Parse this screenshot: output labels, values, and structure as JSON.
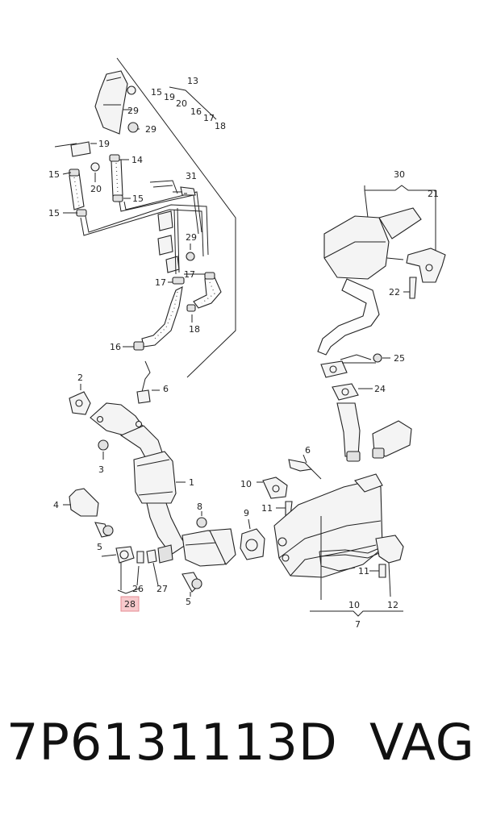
{
  "callouts": {
    "c13": "13",
    "c15a": "15",
    "c19a": "19",
    "c20a": "20",
    "c16a": "16",
    "c17a": "17",
    "c18a": "18",
    "c29a": "29",
    "c29b": "29",
    "c19b": "19",
    "c14": "14",
    "c15b": "15",
    "c20b": "20",
    "c15c": "15",
    "c15d": "15",
    "c31": "31",
    "c29c": "29",
    "c17b": "17",
    "c17c": "17",
    "c18b": "18",
    "c16b": "16",
    "c30": "30",
    "c21": "21",
    "c22": "22",
    "c25": "25",
    "c24": "24",
    "c2": "2",
    "c6a": "6",
    "c3": "3",
    "c1": "1",
    "c4": "4",
    "c5a": "5",
    "c8": "8",
    "c9": "9",
    "c10a": "10",
    "c11a": "11",
    "c6b": "6",
    "c26": "26",
    "c27": "27",
    "c28": "28",
    "c5b": "5",
    "c11b": "11",
    "c10b": "10",
    "c12": "12",
    "c7": "7"
  },
  "footer": {
    "part_number": "7P6131113D",
    "brand": "VAG"
  },
  "colors": {
    "line": "#222222",
    "highlight_fill": "#f7c9cc",
    "highlight_border": "#e48c93"
  }
}
